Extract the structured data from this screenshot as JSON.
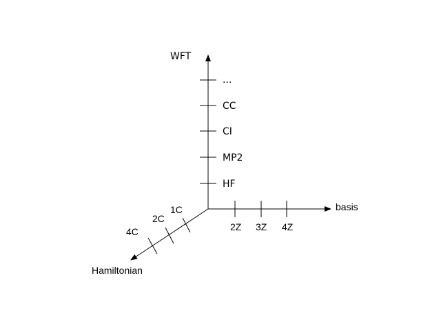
{
  "diagram": {
    "axes": {
      "wft": {
        "label": "WFT",
        "ticks": [
          "HF",
          "MP2",
          "CI",
          "CC",
          "..."
        ]
      },
      "basis": {
        "label": "basis",
        "ticks": [
          "2Z",
          "3Z",
          "4Z"
        ]
      },
      "hamiltonian": {
        "label": "Hamiltonian",
        "ticks": [
          "1C",
          "2C",
          "4C"
        ]
      }
    }
  }
}
